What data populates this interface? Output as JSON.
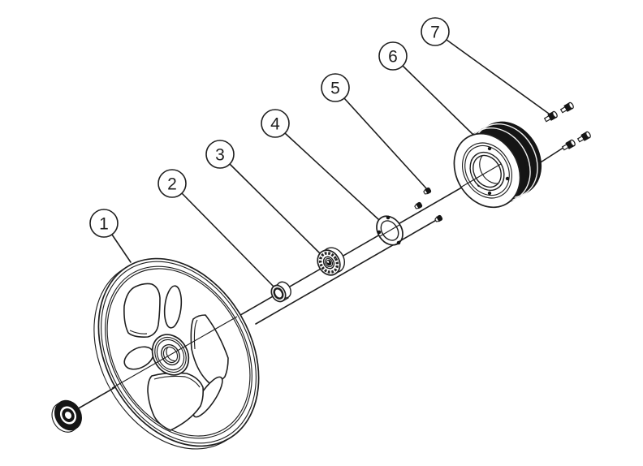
{
  "diagram": {
    "title": "",
    "background": "#ffffff",
    "line_color": "#1f1f1f",
    "dark_fill": "#151515",
    "callouts": [
      {
        "label": "1"
      },
      {
        "label": "2"
      },
      {
        "label": "3"
      },
      {
        "label": "4"
      },
      {
        "label": "5"
      },
      {
        "label": "6"
      },
      {
        "label": "7"
      }
    ]
  }
}
